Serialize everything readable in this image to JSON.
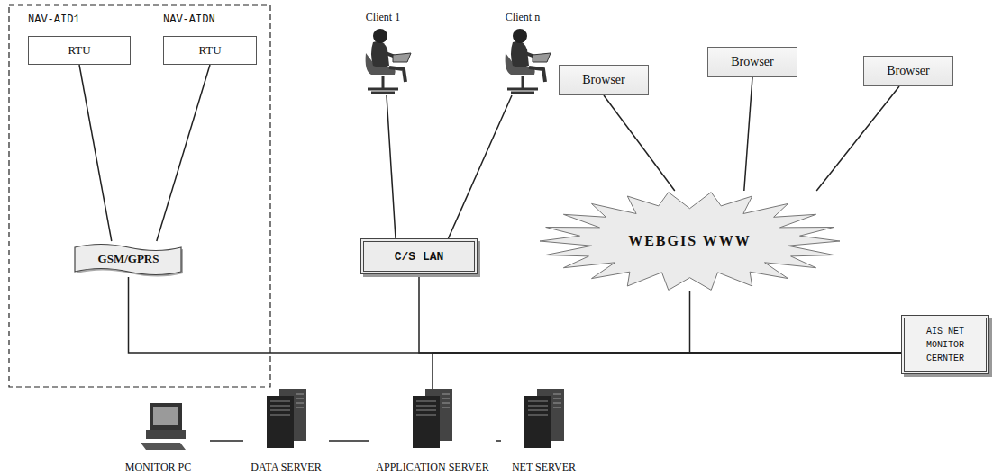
{
  "diagram": {
    "nodes": [
      {
        "text": [
          "NAV-AID1",
          "RTU"
        ]
      },
      {
        "text": [
          "NAV-AIDN",
          "RTU"
        ]
      },
      {
        "text": [
          "GSM/GPRS"
        ]
      },
      {
        "text": [
          "Client 1"
        ]
      },
      {
        "text": [
          "Client n"
        ]
      },
      {
        "text": [
          "C/S LAN"
        ]
      },
      {
        "text": [
          "Browser"
        ]
      },
      {
        "text": [
          "Browser"
        ]
      },
      {
        "text": [
          "Browser"
        ]
      },
      {
        "text": [
          "WEBGIS WWW"
        ]
      },
      {
        "text": [
          "AIS NET MONITOR CERNTER"
        ]
      },
      {
        "text": [
          "MONITOR PC"
        ]
      },
      {
        "text": [
          "DATA SERVER"
        ]
      },
      {
        "text": [
          "APPLICATION SERVER"
        ]
      },
      {
        "text": [
          "NET SERVER"
        ]
      }
    ],
    "edges": [
      {
        "from": 0,
        "to": 2,
        "arrow": "none"
      },
      {
        "from": 1,
        "to": 2,
        "arrow": "none"
      },
      {
        "from": 3,
        "to": 5,
        "arrow": "none"
      },
      {
        "from": 4,
        "to": 5,
        "arrow": "none"
      },
      {
        "from": 6,
        "to": 9,
        "arrow": "none"
      },
      {
        "from": 7,
        "to": 9,
        "arrow": "none"
      },
      {
        "from": 8,
        "to": 9,
        "arrow": "none"
      },
      {
        "from": 2,
        "to": 10,
        "arrow": "none"
      },
      {
        "from": 5,
        "to": 10,
        "arrow": "none"
      },
      {
        "from": 9,
        "to": 10,
        "arrow": "none"
      },
      {
        "from": 13,
        "to": 10,
        "arrow": "none"
      },
      {
        "from": 11,
        "to": 12,
        "arrow": "none"
      },
      {
        "from": 12,
        "to": 13,
        "arrow": "none"
      },
      {
        "from": 13,
        "to": 14,
        "arrow": "none"
      }
    ]
  }
}
